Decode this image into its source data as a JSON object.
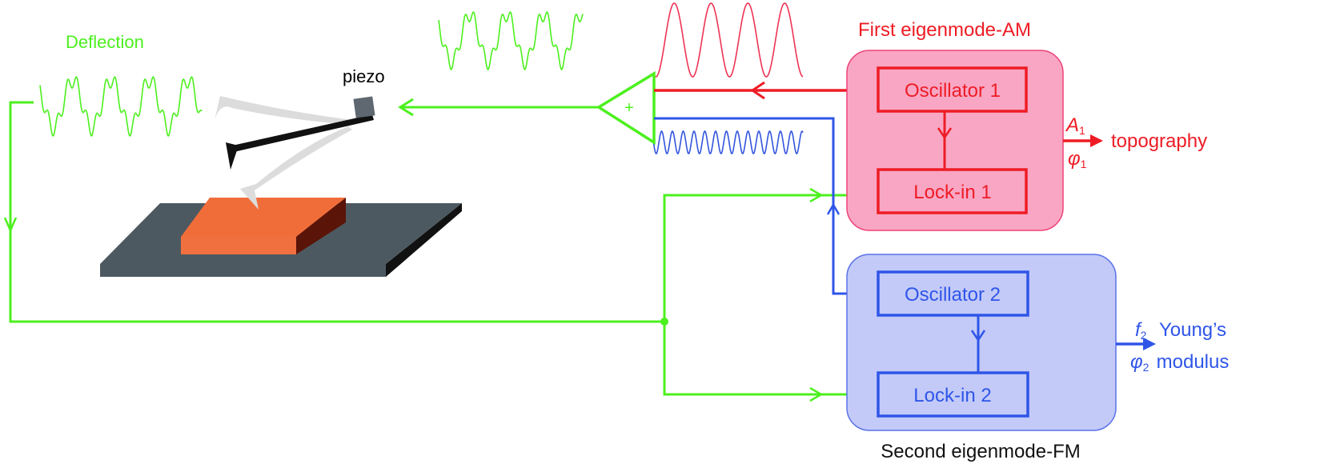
{
  "labels": {
    "deflection": "Deflection",
    "piezo": "piezo",
    "summer": "+",
    "first_mode": "First eigenmode-AM",
    "second_mode": "Second eigenmode-FM",
    "osc1": "Oscillator 1",
    "lock1": "Lock-in 1",
    "osc2": "Oscillator 2",
    "lock2": "Lock-in 2",
    "A1": "A",
    "A1_sub": "1",
    "phi1": "φ",
    "phi1_sub": "1",
    "f2": "f",
    "f2_sub": "2",
    "phi2": "φ",
    "phi2_sub": "2",
    "topography": "topography",
    "youngs_line1": "Young’s",
    "youngs_line2": "modulus"
  },
  "colors": {
    "green": "#4cf01e",
    "red": "#ee1c25",
    "blue": "#2f55e8",
    "pink_box": "#f9a6c4",
    "blue_box": "#c3caf8",
    "substrate": "#4d5960",
    "sample": "#f06d3a",
    "sample_side": "#5a1408"
  }
}
